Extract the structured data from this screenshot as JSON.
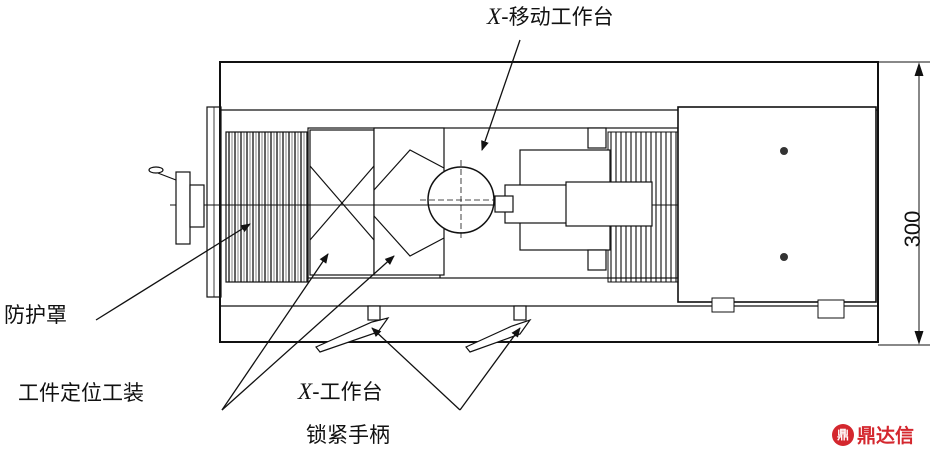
{
  "labels": {
    "x_moving_table_prefix": "X",
    "x_moving_table_text": "-移动工作台",
    "protective_cover": "防护罩",
    "workpiece_fixture": "工件定位工装",
    "x_table_prefix": "X",
    "x_table_text": "-工作台",
    "lock_handle": "锁紧手柄"
  },
  "dimension": {
    "value": "300"
  },
  "watermark": {
    "mark": "鼎",
    "text": "鼎达信"
  },
  "icons": [
    "handwheel-icon",
    "lock-handle-icon",
    "bolt-icon"
  ]
}
